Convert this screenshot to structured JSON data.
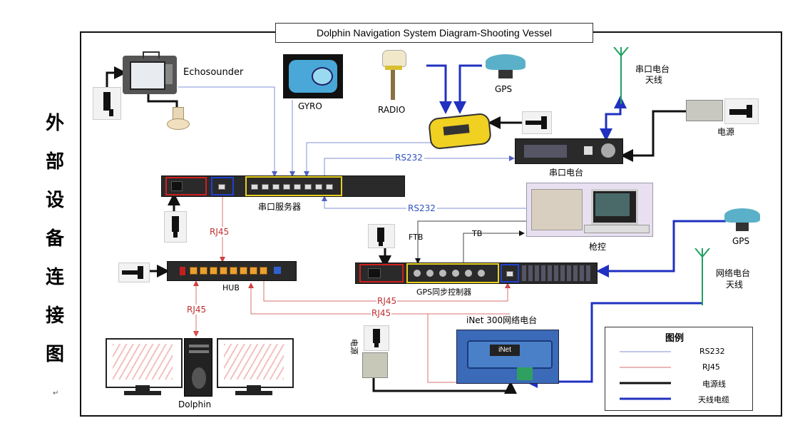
{
  "title": "Dolphin Navigation System Diagram-Shooting Vessel",
  "side_label": [
    "外",
    "部",
    "设",
    "备",
    "连",
    "接",
    "图"
  ],
  "devices": {
    "echosounder": "Echosounder",
    "gyro": "GYRO",
    "radio": "RADIO",
    "gps_top": "GPS",
    "serial_radio_antenna": [
      "串口电台",
      "天线"
    ],
    "power_supply": "电源",
    "serial_radio": "串口电台",
    "serial_server": "串口服务器",
    "gun_control": "枪控",
    "gps_right": "GPS",
    "network_radio_antenna": [
      "网络电台",
      "天线"
    ],
    "hub": "HUB",
    "gps_sync_controller": "GPS同步控制器",
    "inet_radio": "iNet 300网络电台",
    "power_small": "电源",
    "dolphin": "Dolphin",
    "inet_label_box": "iNet"
  },
  "connection_labels": {
    "rs232_top": "RS232",
    "rs232_mid": "RS232",
    "rj45_left": "RJ45",
    "rj45_hub": "RJ45",
    "rj45_a": "RJ45",
    "rj45_b": "RJ45",
    "ftb": "FTB",
    "tb": "TB"
  },
  "legend": {
    "title": "图例",
    "items": [
      {
        "label": "RS232",
        "color": "#8090d8",
        "width": 1
      },
      {
        "label": "RJ45",
        "color": "#d87070",
        "width": 1
      },
      {
        "label": "电源线",
        "color": "#111111",
        "width": 3
      },
      {
        "label": "天线电缆",
        "color": "#2030c0",
        "width": 3
      }
    ]
  },
  "colors": {
    "rs232": "#8090d8",
    "rj45": "#d87070",
    "power": "#111111",
    "antenna": "#2030c0",
    "antenna_green": "#20a060"
  },
  "return_mark": "↵"
}
